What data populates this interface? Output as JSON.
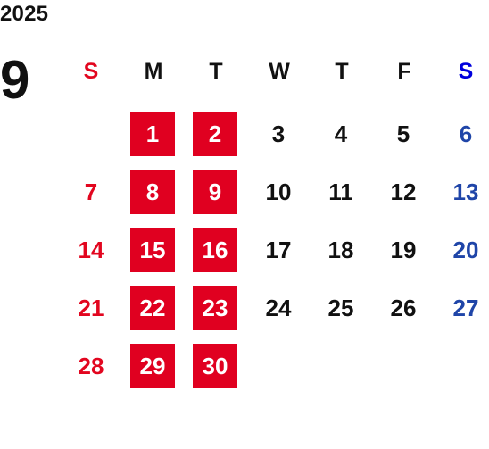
{
  "calendar": {
    "year": "2025",
    "month": "9",
    "weekdays": [
      "S",
      "M",
      "T",
      "W",
      "T",
      "F",
      "S"
    ],
    "days": [
      "1",
      "2",
      "3",
      "4",
      "5",
      "6",
      "7",
      "8",
      "9",
      "10",
      "11",
      "12",
      "13",
      "14",
      "15",
      "16",
      "17",
      "18",
      "19",
      "20",
      "21",
      "22",
      "23",
      "24",
      "25",
      "26",
      "27",
      "28",
      "29",
      "30"
    ]
  },
  "colors": {
    "sunday": "#e2061f",
    "saturday": "#1f45a8",
    "saturday_header": "#0000dd",
    "highlight": "#e00020"
  }
}
